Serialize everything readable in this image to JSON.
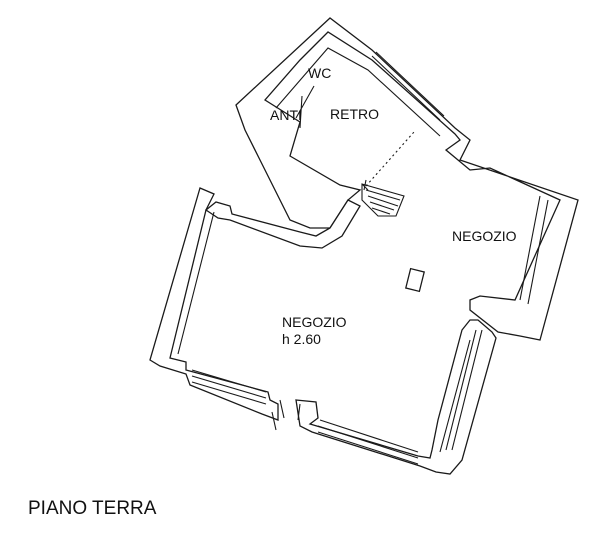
{
  "plan": {
    "title": "PIANO TERRA",
    "rooms": {
      "wc": "WC",
      "anti": "ANTI",
      "retro": "RETRO",
      "negozio_right": "NEGOZIO",
      "negozio_main": "NEGOZIO",
      "negozio_main_height": "h 2.60"
    }
  }
}
